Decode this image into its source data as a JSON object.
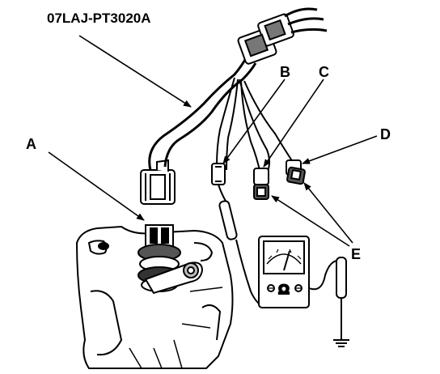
{
  "tool_label": "07LAJ-PT3020A",
  "labels": {
    "a": "A",
    "b": "B",
    "c": "C",
    "d": "D",
    "e": "E"
  },
  "meter": {
    "ohm_symbol": "Ω"
  }
}
